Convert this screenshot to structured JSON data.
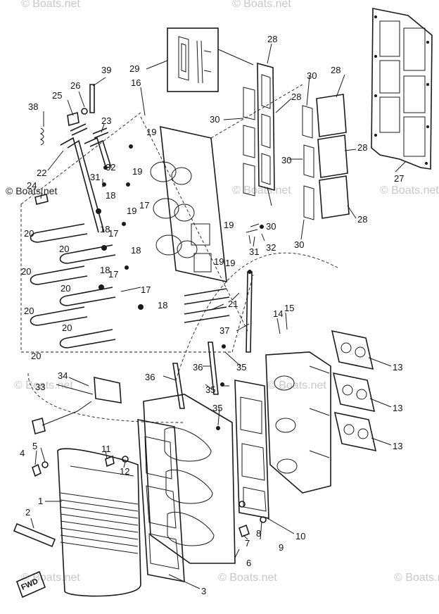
{
  "watermark": {
    "main": "© Boats.net",
    "faint": "© Boats.net"
  },
  "badge": {
    "fwd_label": "FWD"
  },
  "callouts": [
    {
      "id": "c1",
      "label": "1"
    },
    {
      "id": "c2",
      "label": "2"
    },
    {
      "id": "c3",
      "label": "3"
    },
    {
      "id": "c4",
      "label": "4"
    },
    {
      "id": "c5",
      "label": "5"
    },
    {
      "id": "c6",
      "label": "6"
    },
    {
      "id": "c7",
      "label": "7"
    },
    {
      "id": "c8",
      "label": "8"
    },
    {
      "id": "c9",
      "label": "9"
    },
    {
      "id": "c10",
      "label": "10"
    },
    {
      "id": "c11",
      "label": "11"
    },
    {
      "id": "c12",
      "label": "12"
    },
    {
      "id": "c13a",
      "label": "13"
    },
    {
      "id": "c13b",
      "label": "13"
    },
    {
      "id": "c13c",
      "label": "13"
    },
    {
      "id": "c14",
      "label": "14"
    },
    {
      "id": "c15",
      "label": "15"
    },
    {
      "id": "c16",
      "label": "16"
    },
    {
      "id": "c17a",
      "label": "17"
    },
    {
      "id": "c17b",
      "label": "17"
    },
    {
      "id": "c17c",
      "label": "17"
    },
    {
      "id": "c17d",
      "label": "17"
    },
    {
      "id": "c18a",
      "label": "18"
    },
    {
      "id": "c18b",
      "label": "18"
    },
    {
      "id": "c18c",
      "label": "18"
    },
    {
      "id": "c18d",
      "label": "18"
    },
    {
      "id": "c18e",
      "label": "18"
    },
    {
      "id": "c19a",
      "label": "19"
    },
    {
      "id": "c19b",
      "label": "19"
    },
    {
      "id": "c19c",
      "label": "19"
    },
    {
      "id": "c19d",
      "label": "19"
    },
    {
      "id": "c19e",
      "label": "19"
    },
    {
      "id": "c19f",
      "label": "19"
    },
    {
      "id": "c20a",
      "label": "20"
    },
    {
      "id": "c20b",
      "label": "20"
    },
    {
      "id": "c20c",
      "label": "20"
    },
    {
      "id": "c20d",
      "label": "20"
    },
    {
      "id": "c20e",
      "label": "20"
    },
    {
      "id": "c20f",
      "label": "20"
    },
    {
      "id": "c20g",
      "label": "20"
    },
    {
      "id": "c21",
      "label": "21"
    },
    {
      "id": "c22",
      "label": "22"
    },
    {
      "id": "c23",
      "label": "23"
    },
    {
      "id": "c24",
      "label": "24"
    },
    {
      "id": "c25",
      "label": "25"
    },
    {
      "id": "c26",
      "label": "26"
    },
    {
      "id": "c27",
      "label": "27"
    },
    {
      "id": "c28a",
      "label": "28"
    },
    {
      "id": "c28b",
      "label": "28"
    },
    {
      "id": "c28c",
      "label": "28"
    },
    {
      "id": "c28d",
      "label": "28"
    },
    {
      "id": "c28e",
      "label": "28"
    },
    {
      "id": "c29",
      "label": "29"
    },
    {
      "id": "c30a",
      "label": "30"
    },
    {
      "id": "c30b",
      "label": "30"
    },
    {
      "id": "c30c",
      "label": "30"
    },
    {
      "id": "c30d",
      "label": "30"
    },
    {
      "id": "c30e",
      "label": "30"
    },
    {
      "id": "c31a",
      "label": "31"
    },
    {
      "id": "c31b",
      "label": "31"
    },
    {
      "id": "c32a",
      "label": "32"
    },
    {
      "id": "c32b",
      "label": "32"
    },
    {
      "id": "c33",
      "label": "33"
    },
    {
      "id": "c34",
      "label": "34"
    },
    {
      "id": "c35a",
      "label": "35"
    },
    {
      "id": "c35b",
      "label": "35"
    },
    {
      "id": "c35c",
      "label": "35"
    },
    {
      "id": "c36a",
      "label": "36"
    },
    {
      "id": "c36b",
      "label": "36"
    },
    {
      "id": "c37",
      "label": "37"
    },
    {
      "id": "c38",
      "label": "38"
    },
    {
      "id": "c39",
      "label": "39"
    }
  ]
}
